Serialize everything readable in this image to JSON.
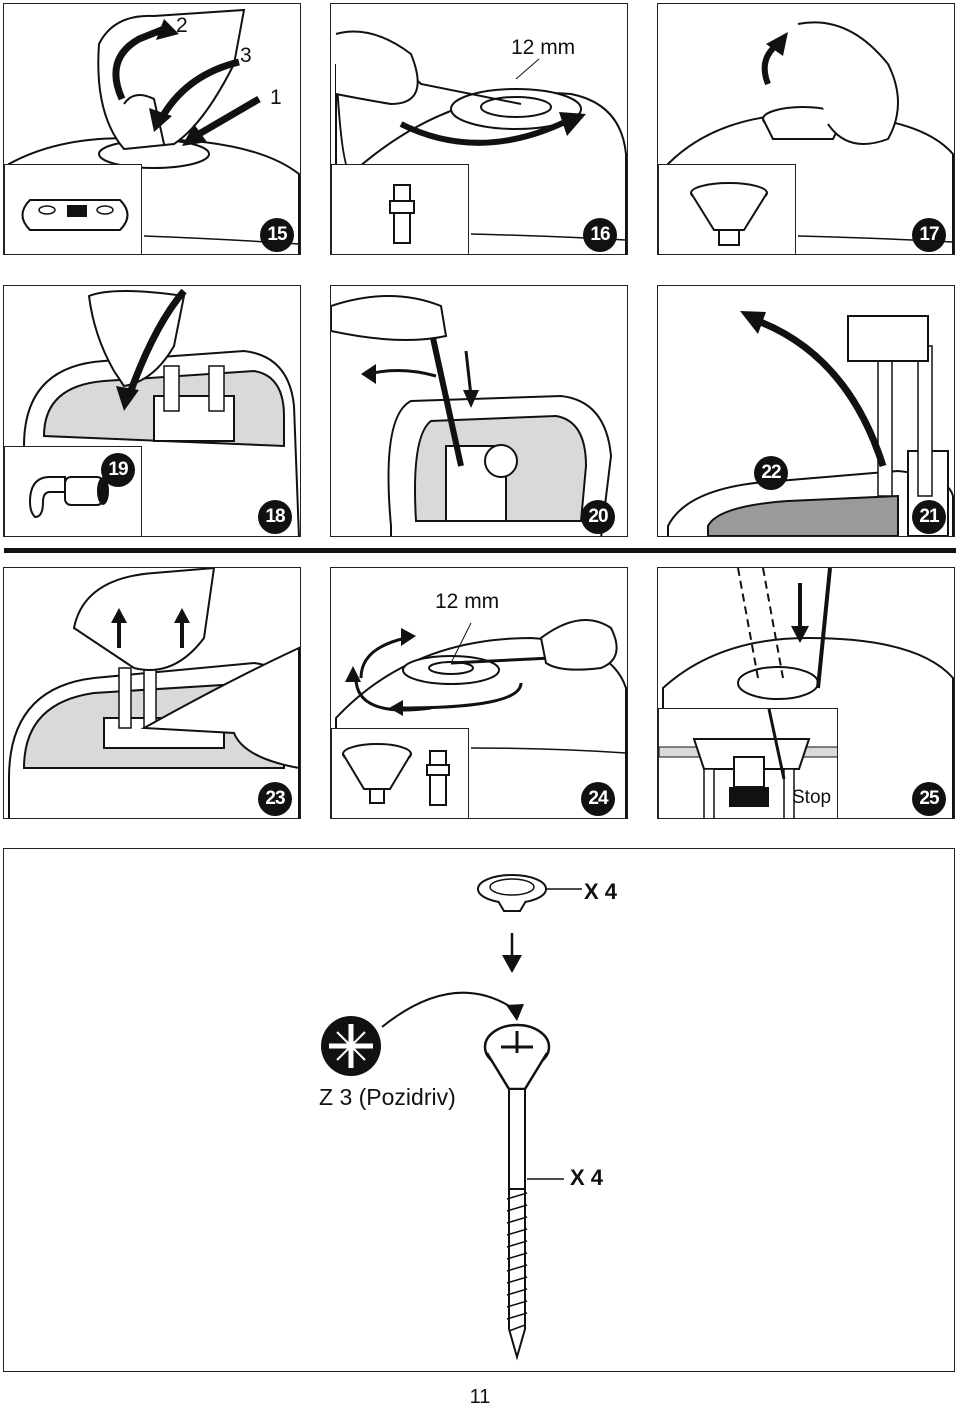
{
  "panels": {
    "p15": {
      "step": "15",
      "callouts": [
        "2",
        "3",
        "1"
      ]
    },
    "p16": {
      "step": "16",
      "size": "12 mm"
    },
    "p17": {
      "step": "17"
    },
    "p18": {
      "step": "18",
      "inset_step": "19"
    },
    "p20": {
      "step": "20"
    },
    "p21": {
      "step": "21",
      "inset_step": "22"
    },
    "p23": {
      "step": "23"
    },
    "p24": {
      "step": "24",
      "size": "12 mm"
    },
    "p25": {
      "step": "25",
      "stop": "Stop"
    }
  },
  "hardware": {
    "cap_qty": "X 4",
    "screw_qty": "X 4",
    "bit_label": "Z 3 (Pozidriv)"
  },
  "page_number": "11",
  "colors": {
    "line": "#111111",
    "shade": "#9a9a9a",
    "light_shade": "#d9d9d9"
  }
}
